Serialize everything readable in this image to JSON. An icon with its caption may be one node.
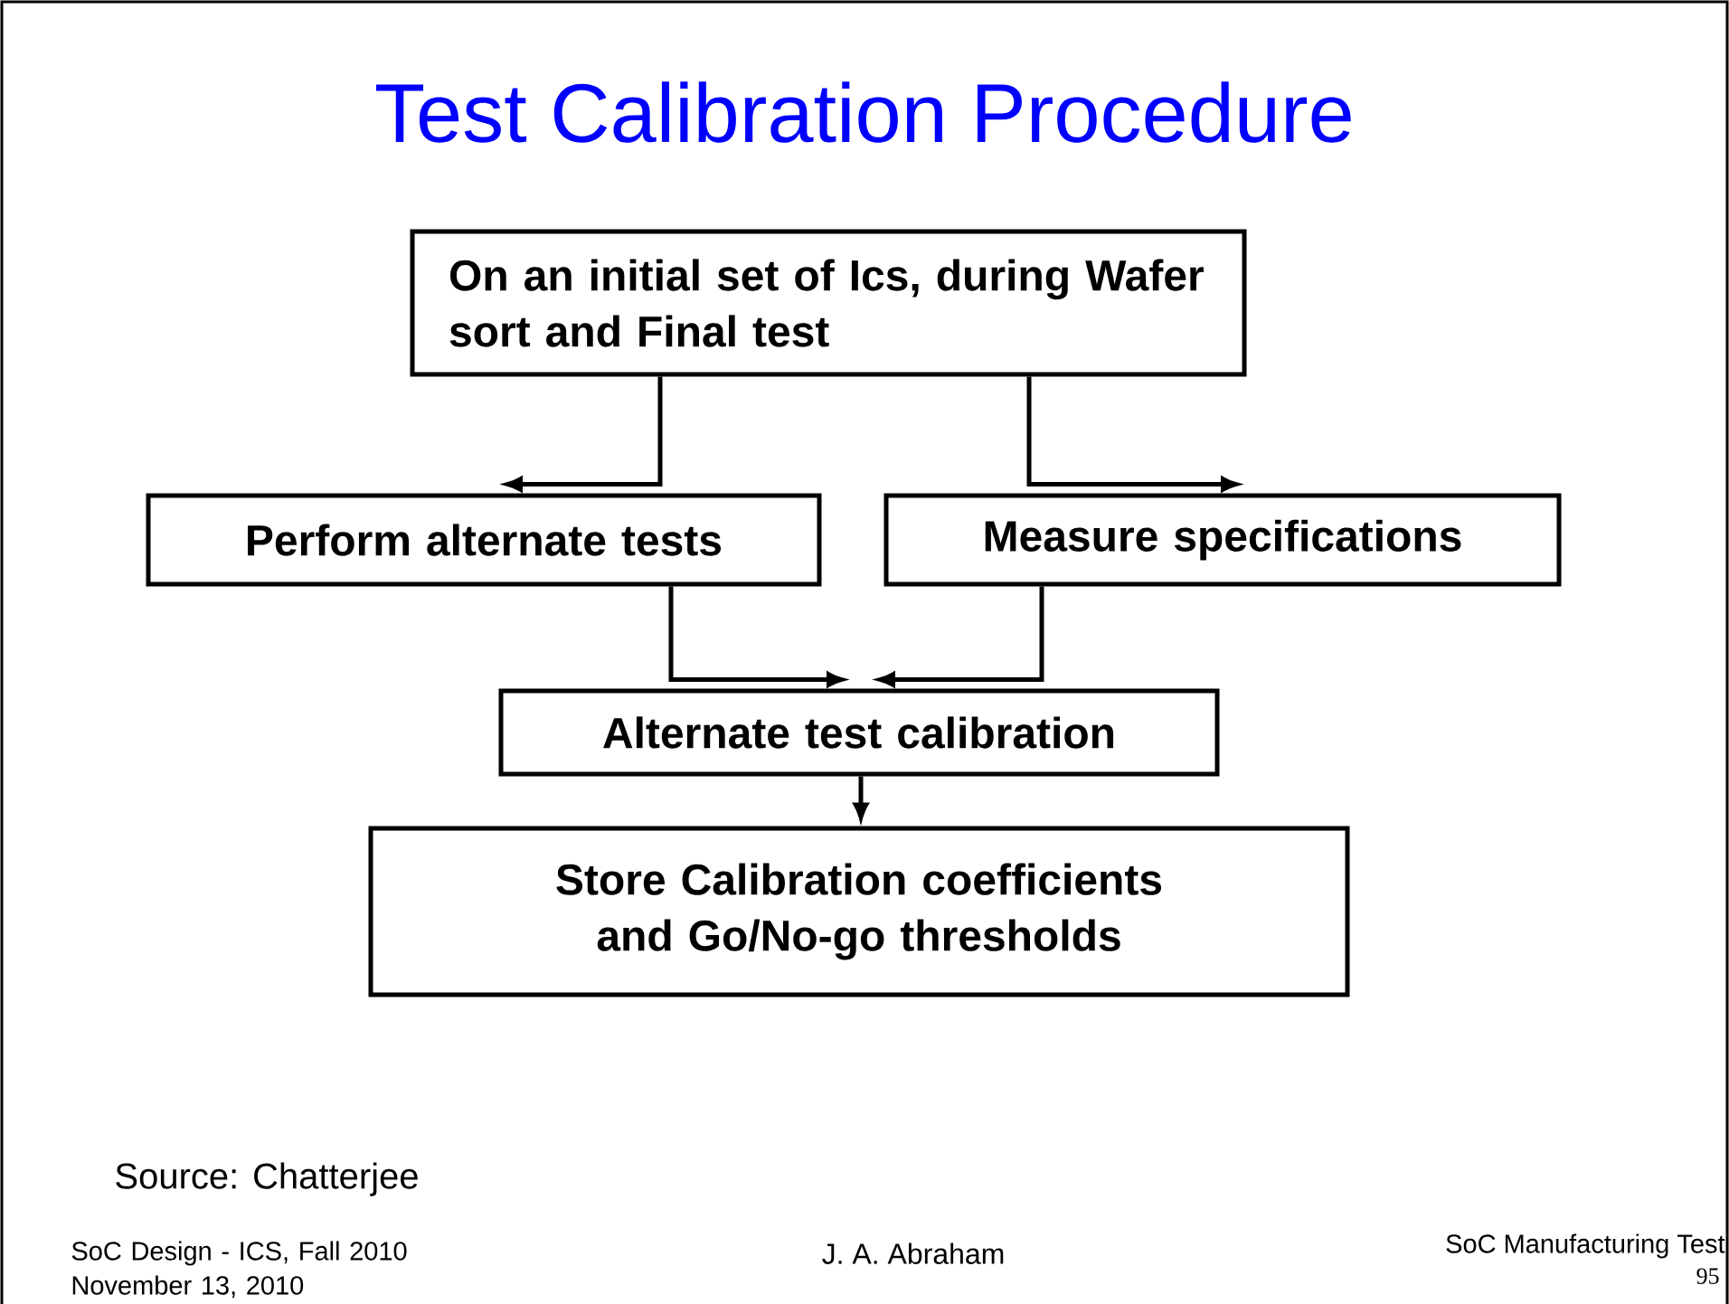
{
  "diagram": {
    "title": "Test Calibration Procedure",
    "nodes": [
      {
        "text": [
          "On an initial set of Ics, during Wafer sort and Final test"
        ]
      },
      {
        "text": [
          "Perform alternate tests"
        ]
      },
      {
        "text": [
          "Measure specifications"
        ]
      },
      {
        "text": [
          "Alternate test calibration"
        ]
      },
      {
        "text": [
          "Store Calibration coefficients and Go/No-go thresholds"
        ]
      }
    ],
    "edges": [
      {
        "from": 0,
        "to": 1,
        "arrow": "to"
      },
      {
        "from": 0,
        "to": 2,
        "arrow": "to"
      },
      {
        "from": 1,
        "to": 3,
        "arrow": "to"
      },
      {
        "from": 2,
        "to": 3,
        "arrow": "to"
      },
      {
        "from": 3,
        "to": 4,
        "arrow": "to"
      }
    ],
    "labels": [
      "Source: Chatterjee",
      "SoC Design - ICS, Fall 2010 November 13, 2010",
      "J. A. Abraham",
      "SoC Manufacturing Test",
      "95"
    ]
  }
}
